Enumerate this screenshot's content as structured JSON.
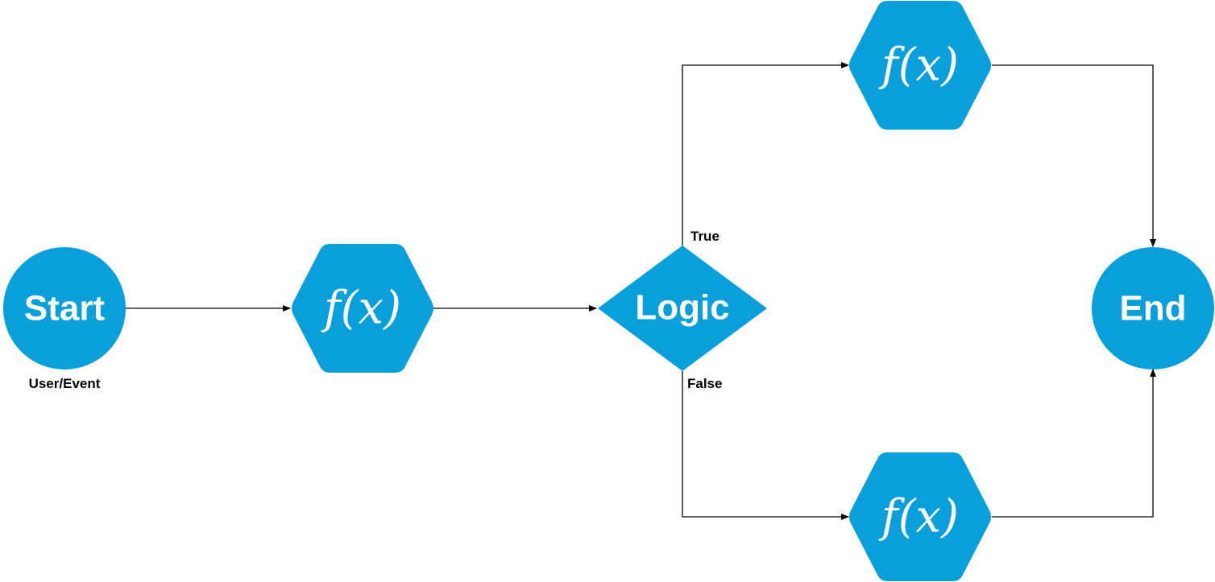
{
  "colors": {
    "node_fill": "#089fdb",
    "node_text": "#ffffff",
    "edge": "#000000"
  },
  "nodes": {
    "start": {
      "label": "Start",
      "caption": "User/Event"
    },
    "function_main": {
      "label": "f(x)"
    },
    "decision": {
      "label": "Logic"
    },
    "function_true": {
      "label": "f(x)"
    },
    "function_false": {
      "label": "f(x)"
    },
    "end": {
      "label": "End"
    }
  },
  "edges": {
    "true_label": "True",
    "false_label": "False"
  }
}
